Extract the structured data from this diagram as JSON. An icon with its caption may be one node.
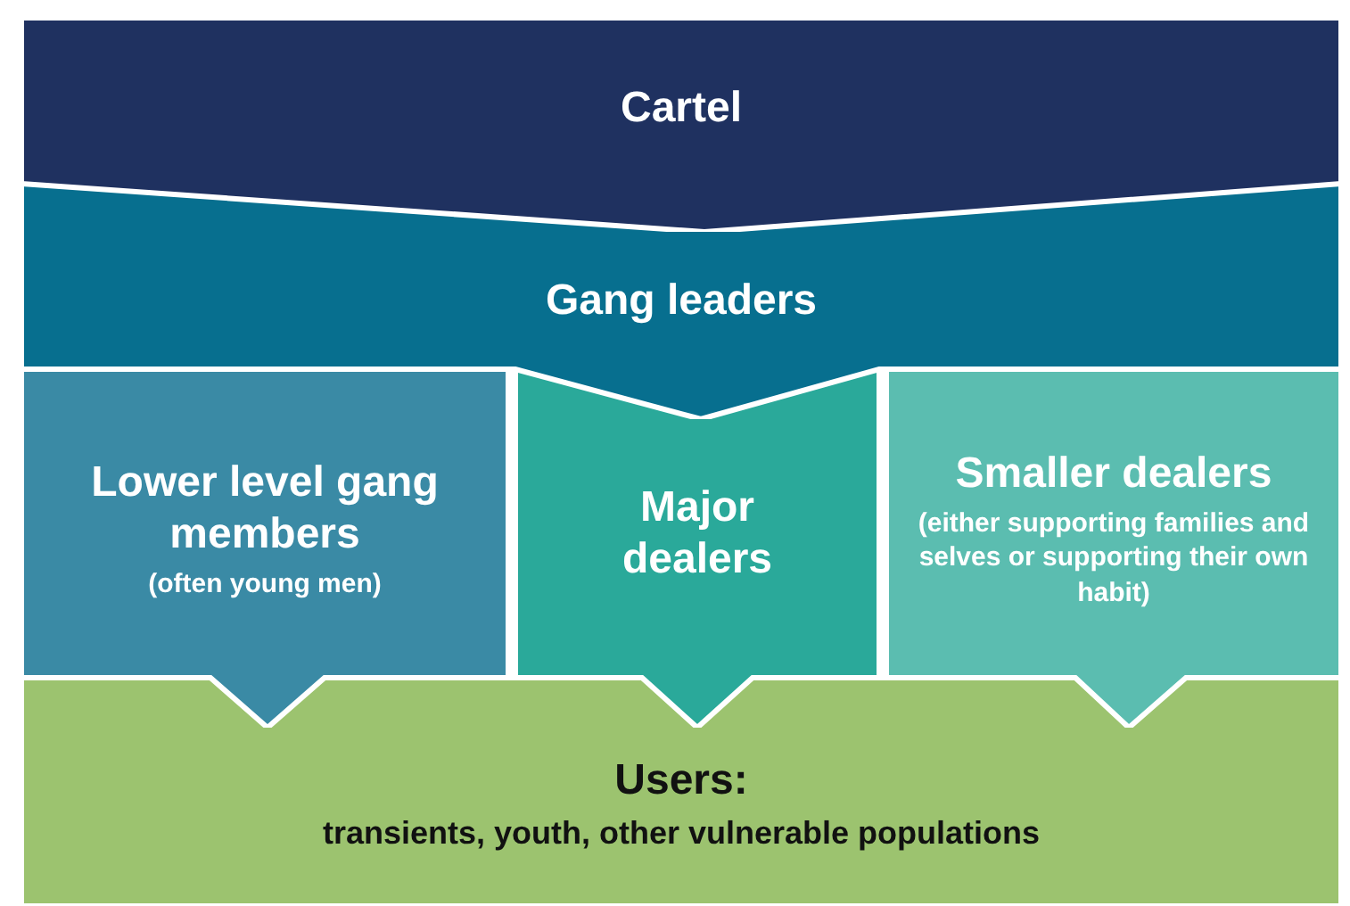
{
  "diagram": {
    "nodes": [
      {
        "text": [
          "Cartel"
        ]
      },
      {
        "text": [
          "Gang leaders"
        ]
      },
      {
        "text": [
          "Lower level gang members",
          "(often young men)"
        ]
      },
      {
        "text": [
          "Major dealers"
        ]
      },
      {
        "text": [
          "Smaller dealers",
          "(either supporting families and selves or supporting their own habit)"
        ]
      },
      {
        "text": [
          "Users:",
          "transients, youth, other vulnerable populations"
        ]
      }
    ]
  }
}
